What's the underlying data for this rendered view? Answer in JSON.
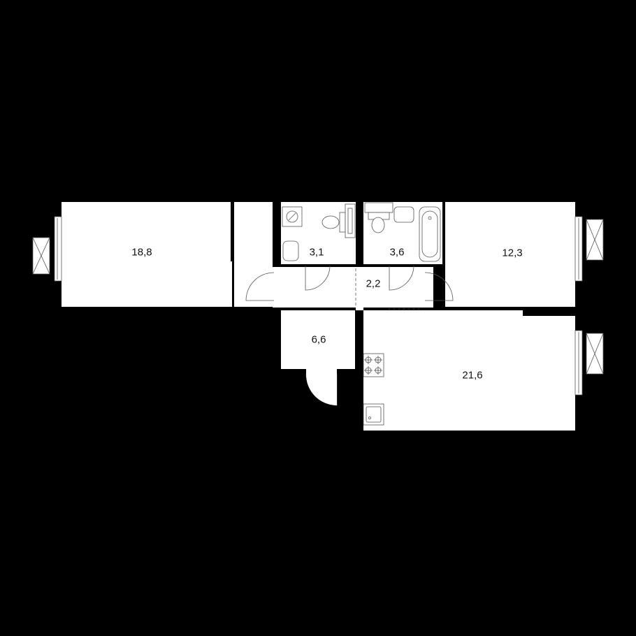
{
  "plan": {
    "background": "#000000",
    "floor_color": "#ffffff",
    "line_color": "#555555",
    "rooms": [
      {
        "id": "living-room-left",
        "area": "18,8"
      },
      {
        "id": "bathroom-small",
        "area": "3,1"
      },
      {
        "id": "bathroom-large",
        "area": "3,6"
      },
      {
        "id": "bedroom-right",
        "area": "12,3"
      },
      {
        "id": "hall",
        "area": "2,2"
      },
      {
        "id": "entrance",
        "area": "6,6"
      },
      {
        "id": "kitchen-living",
        "area": "21,6"
      }
    ]
  }
}
